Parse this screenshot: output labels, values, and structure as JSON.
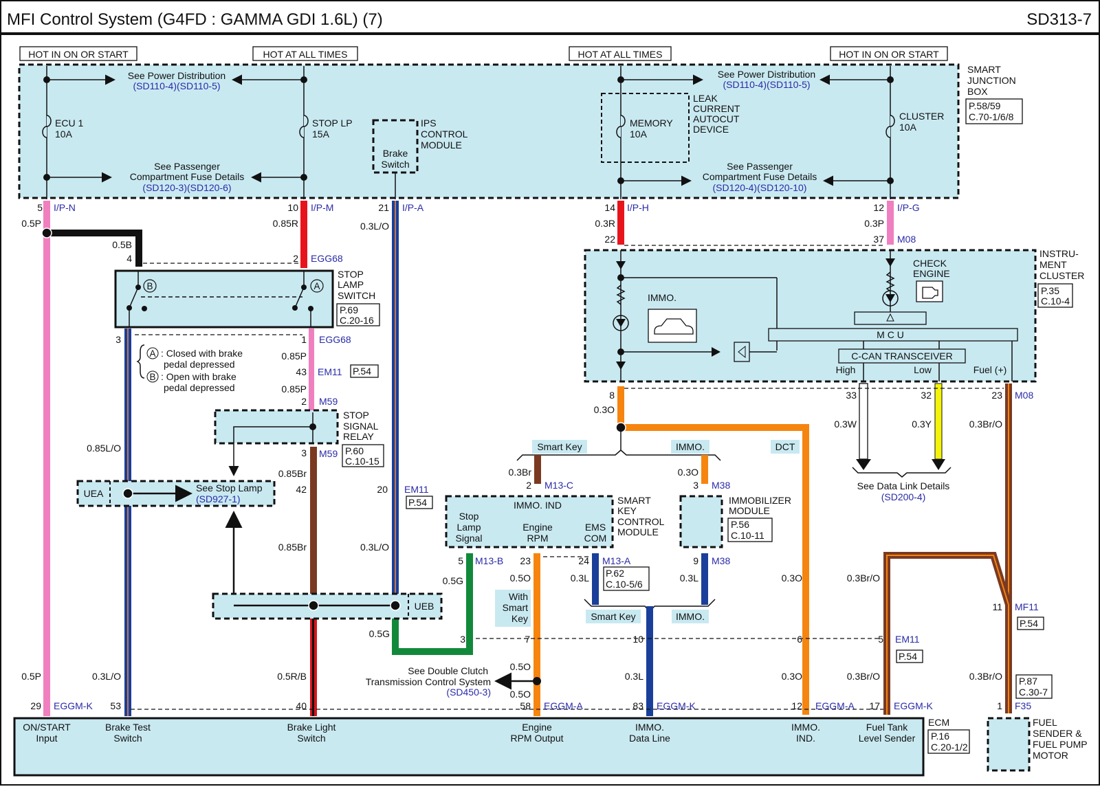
{
  "header": {
    "title": "MFI Control System (G4FD : GAMMA GDI 1.6L) (7)",
    "page_code": "SD313-7"
  },
  "power_labels": [
    "HOT IN ON OR START",
    "HOT AT ALL TIMES",
    "HOT AT ALL TIMES",
    "HOT IN ON OR START"
  ],
  "smart_junction_box": {
    "name_lines": [
      "SMART",
      "JUNCTION",
      "BOX"
    ],
    "ref_lines": [
      "P.58/59",
      "C.70-1/6/8"
    ],
    "power_dist_left": {
      "text": "See Power Distribution",
      "link": "(SD110-4)(SD110-5)"
    },
    "power_dist_right": {
      "text": "See Power Distribution",
      "link": "(SD110-4)(SD110-5)"
    },
    "pass_fuse_left": {
      "text1": "See Passenger",
      "text2": "Compartment Fuse Details",
      "link": "(SD120-3)(SD120-6)"
    },
    "pass_fuse_right": {
      "text1": "See Passenger",
      "text2": "Compartment Fuse Details",
      "link": "(SD120-4)(SD120-10)"
    },
    "fuses": [
      {
        "name": "ECU 1",
        "rating": "10A"
      },
      {
        "name": "STOP LP",
        "rating": "15A"
      },
      {
        "name": "MEMORY",
        "rating": "10A"
      },
      {
        "name": "CLUSTER",
        "rating": "10A"
      }
    ],
    "leak_device_lines": [
      "LEAK",
      "CURRENT",
      "AUTOCUT",
      "DEVICE"
    ]
  },
  "ips_module": {
    "name_lines": [
      "IPS",
      "CONTROL",
      "MODULE"
    ],
    "inner_lines": [
      "Brake",
      "Switch"
    ]
  },
  "wires": {
    "ipn": {
      "pin": "5",
      "conn": "I/P-N",
      "spec": "0.5P"
    },
    "ipm": {
      "pin": "10",
      "conn": "I/P-M",
      "spec": "0.85R"
    },
    "ipa": {
      "pin": "21",
      "conn": "I/P-A",
      "spec": "0.3L/O"
    },
    "iph": {
      "pin": "14",
      "conn": "I/P-H",
      "spec": "0.3R"
    },
    "ipg": {
      "pin": "12",
      "conn": "I/P-G",
      "spec": "0.3P"
    },
    "black": {
      "spec": "0.5B",
      "pin": "4"
    },
    "egg68_top": {
      "pin": "2",
      "conn": "EGG68"
    },
    "egg68_bot": {
      "pin": "1",
      "conn": "EGG68",
      "pin_left": "3"
    },
    "em11_43": {
      "spec": "0.85P",
      "pin": "43",
      "conn": "EM11",
      "ref": "P.54"
    },
    "m59_2": {
      "spec": "0.85P",
      "pin": "2",
      "conn": "M59"
    },
    "m59_3": {
      "pin": "3",
      "conn": "M59",
      "spec": "0.85Br"
    },
    "em11_42": {
      "pin": "42",
      "pin2": "20",
      "conn": "EM11",
      "ref": "P.54"
    },
    "brown_mid": "0.85Br",
    "lo_mid": "0.3L/O",
    "lo_left": "0.85L/O",
    "cluster_in_left": {
      "pin": "22"
    },
    "cluster_in_right": {
      "pin": "37",
      "conn": "M08"
    },
    "cluster_out": {
      "pin": "8",
      "spec": "0.3O"
    },
    "can_high": {
      "pin": "33",
      "spec": "0.3W"
    },
    "can_low": {
      "pin": "32",
      "spec": "0.3Y"
    },
    "fuel_plus": {
      "pin": "23",
      "conn": "M08",
      "spec": "0.3Br/O"
    },
    "m13c": {
      "spec": "0.3Br",
      "pin": "2",
      "conn": "M13-C"
    },
    "m38_3": {
      "spec": "0.3O",
      "pin": "3",
      "conn": "M38"
    },
    "m13b": {
      "pin": "5",
      "conn": "M13-B",
      "spec": "0.5G"
    },
    "rpm23": {
      "pin": "23",
      "spec": "0.5O"
    },
    "m13a": {
      "pin": "24",
      "conn": "M13-A",
      "spec": "0.3L",
      "ref_lines": [
        "P.62",
        "C.10-5/6"
      ]
    },
    "m38_9": {
      "pin": "9",
      "conn": "M38",
      "spec": "0.3L"
    },
    "dct_spec": "0.3O",
    "brown_loop_spec": "0.3Br/O",
    "green_low": "0.5G",
    "em11_row": {
      "pin3": "3",
      "pin7": "7",
      "pin10": "10",
      "pin6": "6",
      "pin5": "5",
      "conn": "EM11",
      "ref": "P.54"
    },
    "mf11": {
      "pin": "11",
      "conn": "MF11",
      "ref": "P.54"
    },
    "ecm_pins": [
      {
        "pin": "29",
        "conn": "EGGM-K",
        "spec": "0.5P"
      },
      {
        "pin": "53",
        "spec": "0.3L/O"
      },
      {
        "pin": "40",
        "spec": "0.5R/B"
      },
      {
        "pin": "58",
        "conn": "EGGM-A",
        "spec": "0.5O"
      },
      {
        "pin": "83",
        "conn": "EGGM-K",
        "spec": "0.3L"
      },
      {
        "pin": "12",
        "conn": "EGGM-A",
        "spec": "0.3O"
      },
      {
        "pin": "17",
        "conn": "EGGM-K",
        "spec": "0.3Br/O"
      }
    ],
    "orange_mid": "0.5O",
    "f35": {
      "pin": "1",
      "conn": "F35",
      "spec": "0.3Br/O",
      "ref_lines": [
        "P.87",
        "C.30-7"
      ]
    }
  },
  "stop_lamp_switch": {
    "name_lines": [
      "STOP",
      "LAMP",
      "SWITCH"
    ],
    "ref_lines": [
      "P.69",
      "C.20-16"
    ],
    "a": "A",
    "b": "B"
  },
  "legend": {
    "a_text1": ": Closed with brake",
    "a_text2": "pedal depressed",
    "b_text1": ": Open with brake",
    "b_text2": "pedal depressed"
  },
  "stop_signal_relay": {
    "name_lines": [
      "STOP",
      "SIGNAL",
      "RELAY"
    ],
    "ref_lines": [
      "P.60",
      "C.10-15"
    ]
  },
  "stop_lamp_ref": {
    "splice": "UEA",
    "text": "See Stop Lamp",
    "link": "(SD927-1)"
  },
  "ueb": "UEB",
  "instrument_cluster": {
    "name_lines": [
      "INSTRU-",
      "MENT",
      "CLUSTER"
    ],
    "ref_lines": [
      "P.35",
      "C.10-4"
    ],
    "immo_label": "IMMO.",
    "check_engine": [
      "CHECK",
      "ENGINE"
    ],
    "mcu": "M C U",
    "transceiver": "C-CAN TRANSCEIVER",
    "high": "High",
    "low": "Low",
    "fuel": "Fuel (+)"
  },
  "data_link": {
    "text": "See Data Link Details",
    "link": "(SD200-4)"
  },
  "tags": {
    "smart_key_top": "Smart Key",
    "immo_top": "IMMO.",
    "dct": "DCT",
    "smart_key_bot": "Smart Key",
    "immo_bot": "IMMO.",
    "with_smart_key": [
      "With",
      "Smart",
      "Key"
    ]
  },
  "smart_key_module": {
    "name_lines": [
      "SMART",
      "KEY",
      "CONTROL",
      "MODULE"
    ],
    "immo_ind": "IMMO. IND",
    "stop_lamp": [
      "Stop",
      "Lamp",
      "Signal"
    ],
    "engine_rpm": [
      "Engine",
      "RPM"
    ],
    "ems_com": [
      "EMS",
      "COM"
    ]
  },
  "immobilizer": {
    "name_lines": [
      "IMMOBILIZER",
      "MODULE"
    ],
    "ref_lines": [
      "P.56",
      "C.10-11"
    ]
  },
  "dct_ref": {
    "text1": "See Double Clutch",
    "text2": "Transmission Control System",
    "link": "(SD450-3)"
  },
  "ecm": {
    "name": "ECM",
    "ref_lines": [
      "P.16",
      "C.20-1/2"
    ],
    "terminals": [
      [
        "ON/START",
        "Input"
      ],
      [
        "Brake Test",
        "Switch"
      ],
      [
        "Brake Light",
        "Switch"
      ],
      [
        "Engine",
        "RPM Output"
      ],
      [
        "IMMO.",
        "Data Line"
      ],
      [
        "IMMO.",
        "IND."
      ],
      [
        "Fuel Tank",
        "Level Sender"
      ]
    ]
  },
  "fuel_sender": {
    "name_lines": [
      "FUEL",
      "SENDER &",
      "FUEL PUMP",
      "MOTOR"
    ]
  },
  "colors": {
    "pink": "#f07fbf",
    "red": "#e8141c",
    "blue": "#1a3f9a",
    "brown": "#7a3a22",
    "orange": "#f5850f",
    "green": "#12893a",
    "yellow": "#f4f40a",
    "box": "#c9e9f1",
    "link": "#2a2aa8"
  }
}
